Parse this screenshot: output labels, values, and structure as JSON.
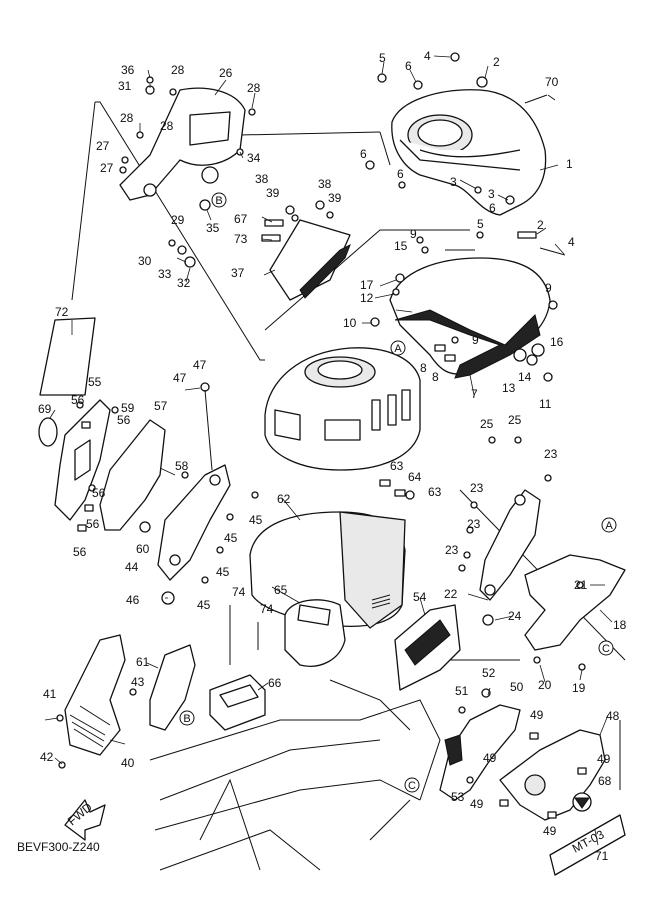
{
  "diagram_code": "BEVF300-Z240",
  "fwd_label": "FWD",
  "emblem_text": "MT-03",
  "callouts": [
    "1",
    "2",
    "2",
    "3",
    "3",
    "4",
    "4",
    "5",
    "5",
    "6",
    "6",
    "6",
    "6",
    "7",
    "8",
    "8",
    "9",
    "9",
    "9",
    "10",
    "11",
    "12",
    "13",
    "14",
    "15",
    "16",
    "17",
    "18",
    "19",
    "20",
    "21",
    "22",
    "23",
    "23",
    "23",
    "23",
    "24",
    "25",
    "25",
    "26",
    "27",
    "27",
    "28",
    "28",
    "28",
    "28",
    "29",
    "30",
    "31",
    "32",
    "33",
    "34",
    "35",
    "36",
    "37",
    "38",
    "38",
    "39",
    "39",
    "40",
    "41",
    "42",
    "43",
    "44",
    "45",
    "45",
    "45",
    "45",
    "46",
    "47",
    "47",
    "48",
    "49",
    "49",
    "49",
    "49",
    "49",
    "50",
    "51",
    "52",
    "53",
    "54",
    "55",
    "56",
    "56",
    "56",
    "56",
    "56",
    "57",
    "58",
    "59",
    "60",
    "61",
    "62",
    "63",
    "63",
    "64",
    "65",
    "66",
    "67",
    "68",
    "69",
    "70",
    "71",
    "72",
    "73",
    "74",
    "74"
  ],
  "reference_marks": [
    "A",
    "A",
    "B",
    "B",
    "C",
    "C"
  ]
}
